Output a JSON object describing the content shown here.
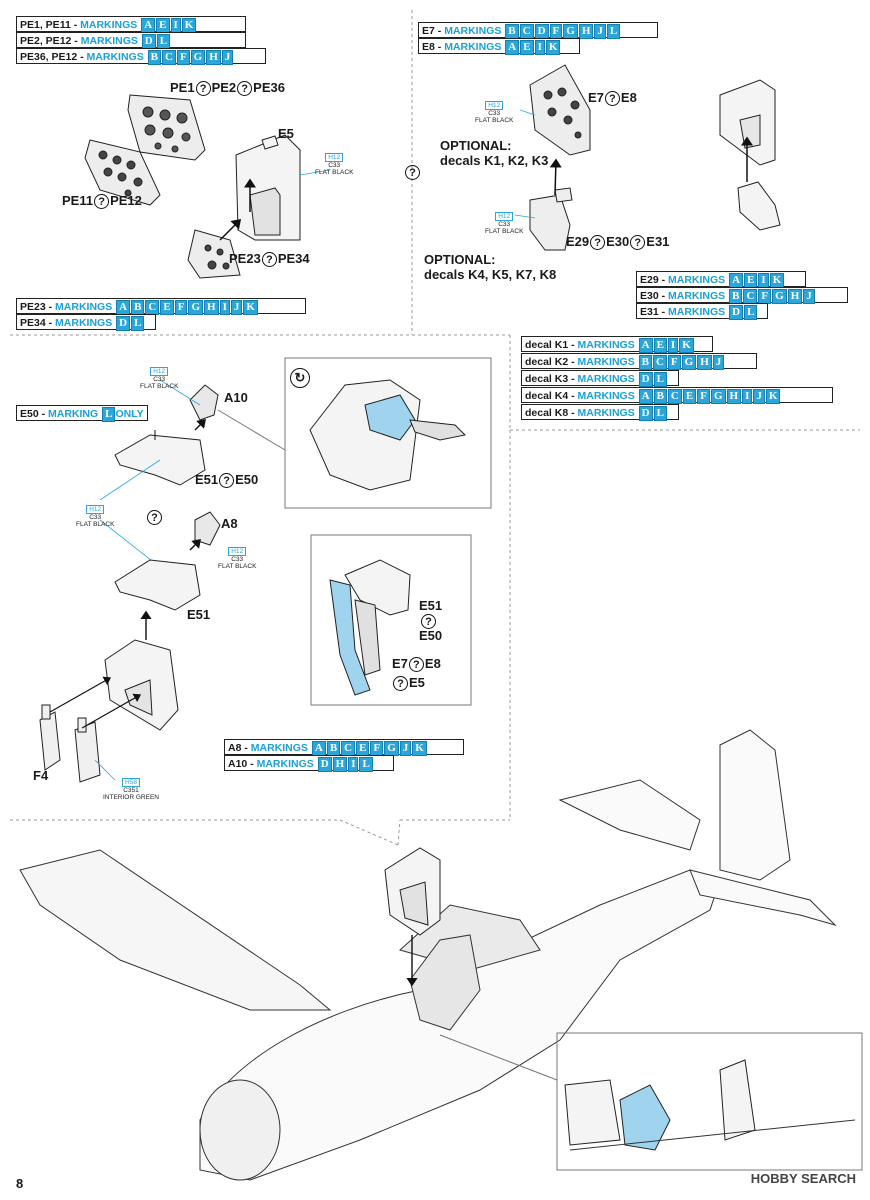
{
  "page_number": "8",
  "watermark": "HOBBY SEARCH",
  "top_left_markings": [
    {
      "prefix": "PE1, PE11 - ",
      "word": "MARKINGS",
      "letters": [
        "A",
        "E",
        "I",
        "K"
      ]
    },
    {
      "prefix": "PE2, PE12 - ",
      "word": "MARKINGS",
      "letters": [
        "D",
        "L"
      ]
    },
    {
      "prefix": "PE36, PE12 - ",
      "word": "MARKINGS",
      "letters": [
        "B",
        "C",
        "F",
        "G",
        "H",
        "J"
      ]
    }
  ],
  "top_right_markings": [
    {
      "prefix": "E7 - ",
      "word": "MARKINGS",
      "letters": [
        "B",
        "C",
        "D",
        "F",
        "G",
        "H",
        "J",
        "L"
      ]
    },
    {
      "prefix": "E8 - ",
      "word": "MARKINGS",
      "letters": [
        "A",
        "E",
        "I",
        "K"
      ]
    }
  ],
  "pe23_markings": [
    {
      "prefix": "PE23 - ",
      "word": "MARKINGS",
      "letters": [
        "A",
        "B",
        "C",
        "E",
        "F",
        "G",
        "H",
        "I",
        "J",
        "K"
      ]
    },
    {
      "prefix": "PE34 - ",
      "word": "MARKINGS",
      "letters": [
        "D",
        "L"
      ]
    }
  ],
  "e29_markings": [
    {
      "prefix": "E29 - ",
      "word": "MARKINGS",
      "letters": [
        "A",
        "E",
        "I",
        "K"
      ]
    },
    {
      "prefix": "E30 - ",
      "word": "MARKINGS",
      "letters": [
        "B",
        "C",
        "F",
        "G",
        "H",
        "J"
      ]
    },
    {
      "prefix": "E31 - ",
      "word": "MARKINGS",
      "letters": [
        "D",
        "L"
      ]
    }
  ],
  "decal_markings": [
    {
      "prefix": "decal K1 - ",
      "word": "MARKINGS",
      "letters": [
        "A",
        "E",
        "I",
        "K"
      ]
    },
    {
      "prefix": "decal K2 - ",
      "word": "MARKINGS",
      "letters": [
        "B",
        "C",
        "F",
        "G",
        "H",
        "J"
      ]
    },
    {
      "prefix": "decal K3 - ",
      "word": "MARKINGS",
      "letters": [
        "D",
        "L"
      ]
    },
    {
      "prefix": "decal K4 - ",
      "word": "MARKINGS",
      "letters": [
        "A",
        "B",
        "C",
        "E",
        "F",
        "G",
        "H",
        "I",
        "J",
        "K"
      ]
    },
    {
      "prefix": "decal K8 - ",
      "word": "MARKINGS",
      "letters": [
        "D",
        "L"
      ]
    }
  ],
  "e50_marking": {
    "prefix": "E50 - ",
    "word": "MARKING",
    "letter": "L",
    "suffix": "ONLY"
  },
  "a_markings": [
    {
      "prefix": "A8 - ",
      "word": "MARKINGS",
      "letters": [
        "A",
        "B",
        "C",
        "E",
        "F",
        "G",
        "J",
        "K"
      ]
    },
    {
      "prefix": "A10 - ",
      "word": "MARKINGS",
      "letters": [
        "D",
        "H",
        "I",
        "L"
      ]
    }
  ],
  "labels": {
    "pe1_pe2_pe36": [
      "PE1",
      "PE2",
      "PE36"
    ],
    "e5": "E5",
    "pe11_pe12": [
      "PE11",
      "PE12"
    ],
    "pe23_pe34": [
      "PE23",
      "PE34"
    ],
    "e7_e8": [
      "E7",
      "E8"
    ],
    "optional1_title": "OPTIONAL:",
    "optional1_text": "decals K1, K2, K3",
    "optional2_title": "OPTIONAL:",
    "optional2_text": "decals K4, K5, K7, K8",
    "e29_e30_e31": [
      "E29",
      "E30",
      "E31"
    ],
    "a10": "A10",
    "e51_e50": [
      "E51",
      "E50"
    ],
    "a8": "A8",
    "e51": "E51",
    "f4": "F4",
    "inset_e51": "E51",
    "inset_e50": "E50",
    "inset_e7_e8": [
      "E7",
      "E8"
    ],
    "inset_e5": "E5",
    "q_mark": "?",
    "rotate_symbol": "↻"
  },
  "paints": {
    "flat_black": {
      "code_h": "H12",
      "code_c": "C33",
      "name": "FLAT BLACK"
    },
    "interior_green": {
      "code_h": "H58",
      "code_c": "C351",
      "name": "INTERIOR GREEN"
    }
  },
  "colors": {
    "accent": "#2aa6db",
    "line": "#222222",
    "part_fill": "#f4f4f4",
    "highlight_part": "#9fd3ee"
  }
}
